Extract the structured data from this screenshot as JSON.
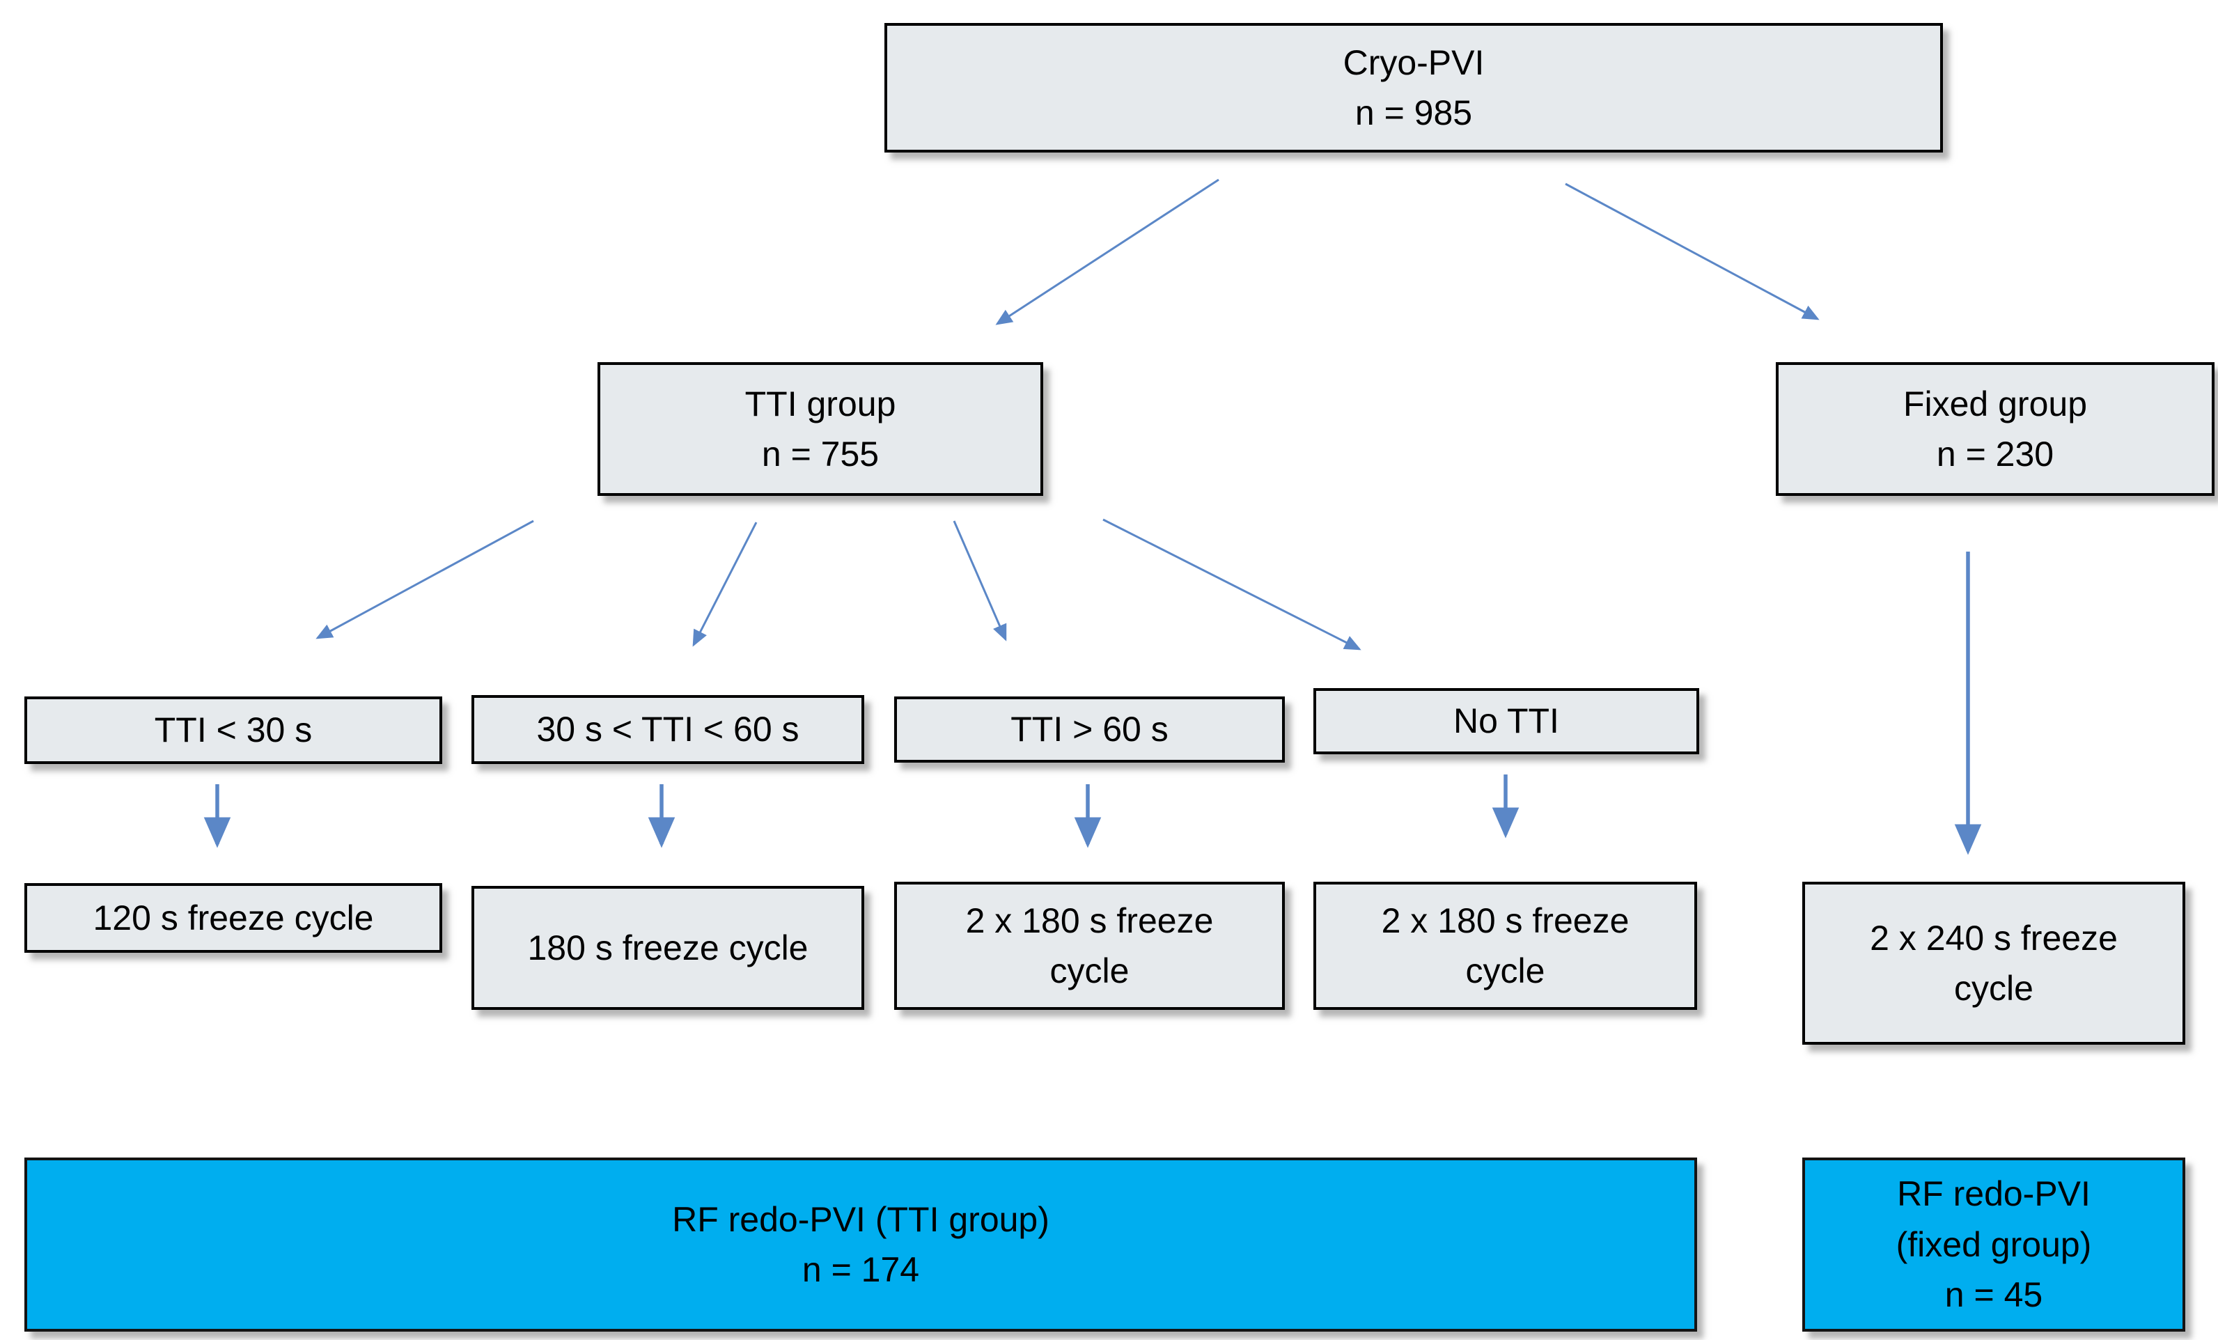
{
  "colors": {
    "box_fill": "#e6eaed",
    "box_border": "#000000",
    "highlight_fill": "#00aeef",
    "arrow": "#5b87c7"
  },
  "nodes": {
    "cryo_pvi": {
      "label": "Cryo-PVI",
      "n": "n = 985"
    },
    "tti_group": {
      "label": "TTI group",
      "n": "n = 755"
    },
    "fixed_group": {
      "label": "Fixed group",
      "n": "n = 230"
    },
    "tti_lt_30": {
      "label": "TTI < 30 s"
    },
    "tti_30_60": {
      "label": "30 s < TTI < 60 s"
    },
    "tti_gt_60": {
      "label": "TTI > 60 s"
    },
    "no_tti": {
      "label": "No TTI"
    },
    "freeze_120": {
      "label": "120 s freeze cycle"
    },
    "freeze_180": {
      "label": "180 s freeze cycle"
    },
    "freeze_2x180_a": {
      "label": "2 x 180 s freeze cycle"
    },
    "freeze_2x180_b": {
      "label": "2 x 180 s freeze cycle"
    },
    "freeze_2x240": {
      "label": "2 x 240 s freeze cycle"
    },
    "rf_redo_tti": {
      "label": "RF redo-PVI (TTI group)",
      "n": "n = 174"
    },
    "rf_redo_fixed": {
      "label": "RF redo-PVI (fixed group)",
      "n": "n = 45"
    }
  },
  "edges": [
    {
      "from": "cryo_pvi",
      "to": "tti_group"
    },
    {
      "from": "cryo_pvi",
      "to": "fixed_group"
    },
    {
      "from": "tti_group",
      "to": "tti_lt_30"
    },
    {
      "from": "tti_group",
      "to": "tti_30_60"
    },
    {
      "from": "tti_group",
      "to": "tti_gt_60"
    },
    {
      "from": "tti_group",
      "to": "no_tti"
    },
    {
      "from": "tti_lt_30",
      "to": "freeze_120"
    },
    {
      "from": "tti_30_60",
      "to": "freeze_180"
    },
    {
      "from": "tti_gt_60",
      "to": "freeze_2x180_a"
    },
    {
      "from": "no_tti",
      "to": "freeze_2x180_b"
    },
    {
      "from": "fixed_group",
      "to": "freeze_2x240"
    }
  ]
}
